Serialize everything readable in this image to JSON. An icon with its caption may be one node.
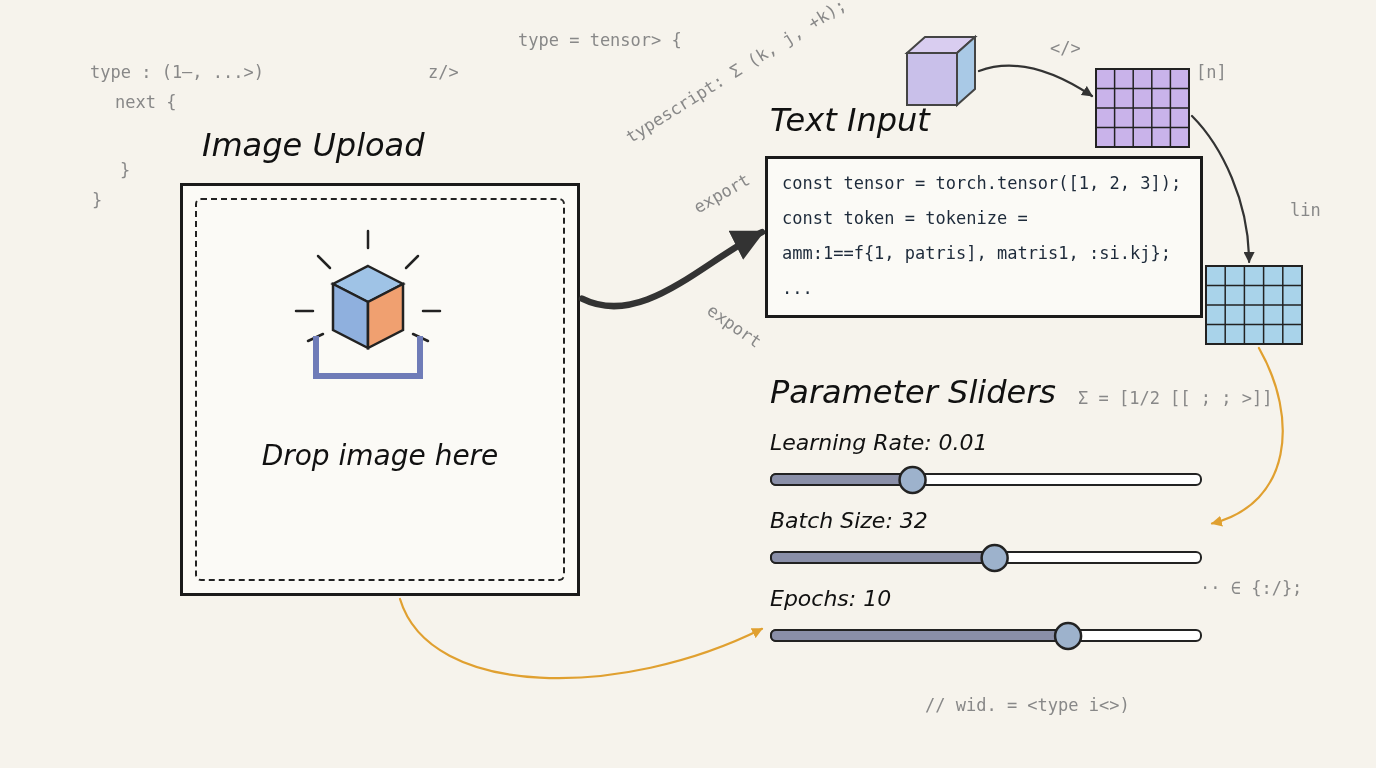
{
  "diagram": {
    "nodes": [
      {
        "text": [
          "Image Upload",
          "Drop image here"
        ]
      },
      {
        "text": [
          "Text Input",
          "const tensor = torch.tensor([1, 2, 3]);",
          "const token = tokenize =",
          "amm:1==f{1, patris], matris1, :si.kj};",
          "..."
        ]
      },
      {
        "text": [
          "Parameter Sliders",
          "Learning Rate: 0.01",
          "Batch Size: 32",
          "Epochs: 10"
        ]
      },
      {
        "text": [],
        "shape": "box"
      },
      {
        "text": [],
        "shape": "picture"
      },
      {
        "text": [],
        "shape": "picture"
      }
    ],
    "edges": [
      {
        "from": 0,
        "to": 1,
        "arrow": "to",
        "style": "thick"
      },
      {
        "from": 0,
        "to": 2,
        "arrow": "to",
        "color": "#e0a030"
      },
      {
        "from": 3,
        "to": 4,
        "arrow": "to"
      },
      {
        "from": 4,
        "to": 5,
        "arrow": "to"
      },
      {
        "from": 5,
        "to": 2,
        "arrow": "to",
        "color": "#e0a030"
      }
    ],
    "labels": [
      "type : (1—, ...>)",
      "next {",
      "}",
      "}",
      "type = tensor> {",
      "z/>",
      "typescript: Σ (k, j, +k);",
      "export",
      "export",
      "</>",
      "[n]",
      "lin",
      "Σ = [1/2 [[ ; ; >]]",
      "·· ∈ {:/};",
      "// wid. = <type i<>)"
    ]
  }
}
